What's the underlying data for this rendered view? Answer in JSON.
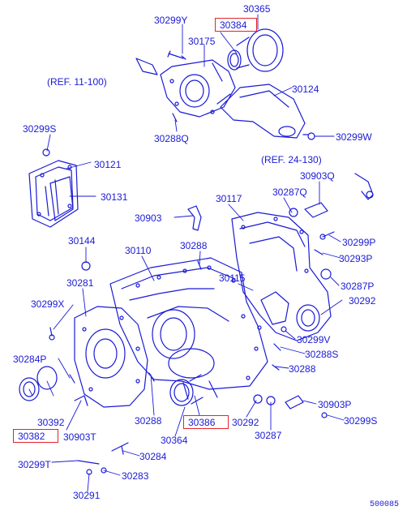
{
  "diagram": {
    "ink_color": "#1a1ad6",
    "highlight_color": "#e2252b",
    "labels": {
      "p30365": "30365",
      "p30299Y": "30299Y",
      "p30384": "30384",
      "p30175": "30175",
      "ref11": "(REF. 11-100)",
      "p30124": "30124",
      "p30288Q": "30288Q",
      "p30299S_top": "30299S",
      "p30299W": "30299W",
      "ref24": "(REF. 24-130)",
      "p30121": "30121",
      "p30903Q": "30903Q",
      "p30131": "30131",
      "p30117": "30117",
      "p30287Q": "30287Q",
      "p30903": "30903",
      "p30144": "30144",
      "p30110": "30110",
      "p30288_mid": "30288",
      "p30299P": "30299P",
      "p30293P": "30293P",
      "p30281": "30281",
      "p30115": "30115",
      "p30287P": "30287P",
      "p30299X": "30299X",
      "p30292_right": "30292",
      "p30299V": "30299V",
      "p30288S": "30288S",
      "p30284P": "30284P",
      "p30288_right": "30288",
      "p30903P": "30903P",
      "p30392": "30392",
      "p30288_low": "30288",
      "p30386": "30386",
      "p30292_low": "30292",
      "p30299S_low": "30299S",
      "p30382": "30382",
      "p30903T": "30903T",
      "p30364": "30364",
      "p30287": "30287",
      "p30284": "30284",
      "p30299T": "30299T",
      "p30283": "30283",
      "p30291": "30291"
    },
    "highlighted": [
      "30384",
      "30382",
      "30386"
    ],
    "drawing_code": "500085"
  }
}
